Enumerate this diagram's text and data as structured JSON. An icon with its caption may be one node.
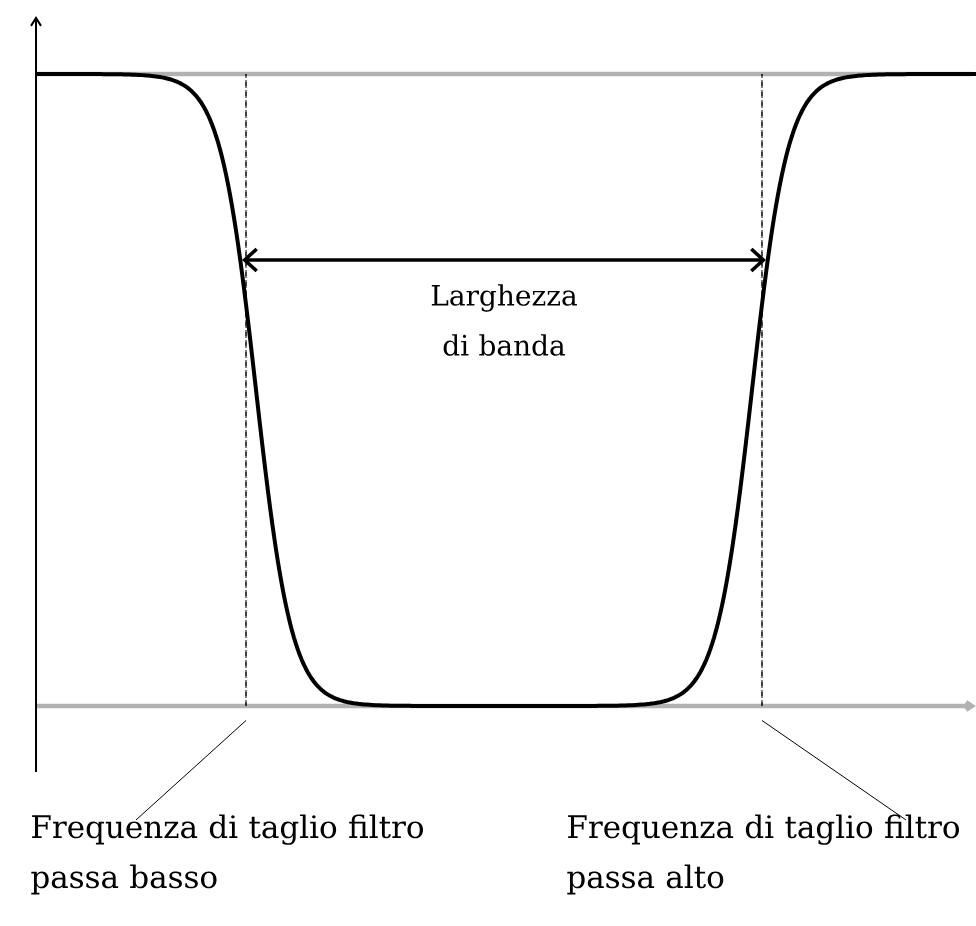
{
  "diagram": {
    "nodes": [
      {
        "text": [],
        "shape": "line"
      },
      {
        "text": [],
        "shape": "line"
      },
      {
        "text": [
          "Frequenza di taglio filtro passa basso"
        ]
      },
      {
        "text": [
          "Frequenza di taglio filtro passa alto"
        ]
      }
    ],
    "edges": [
      {
        "from": 2,
        "to": 0,
        "arrow": "none"
      },
      {
        "from": 3,
        "to": 1,
        "arrow": "none"
      }
    ],
    "labels": [
      "Larghezza di banda"
    ]
  }
}
